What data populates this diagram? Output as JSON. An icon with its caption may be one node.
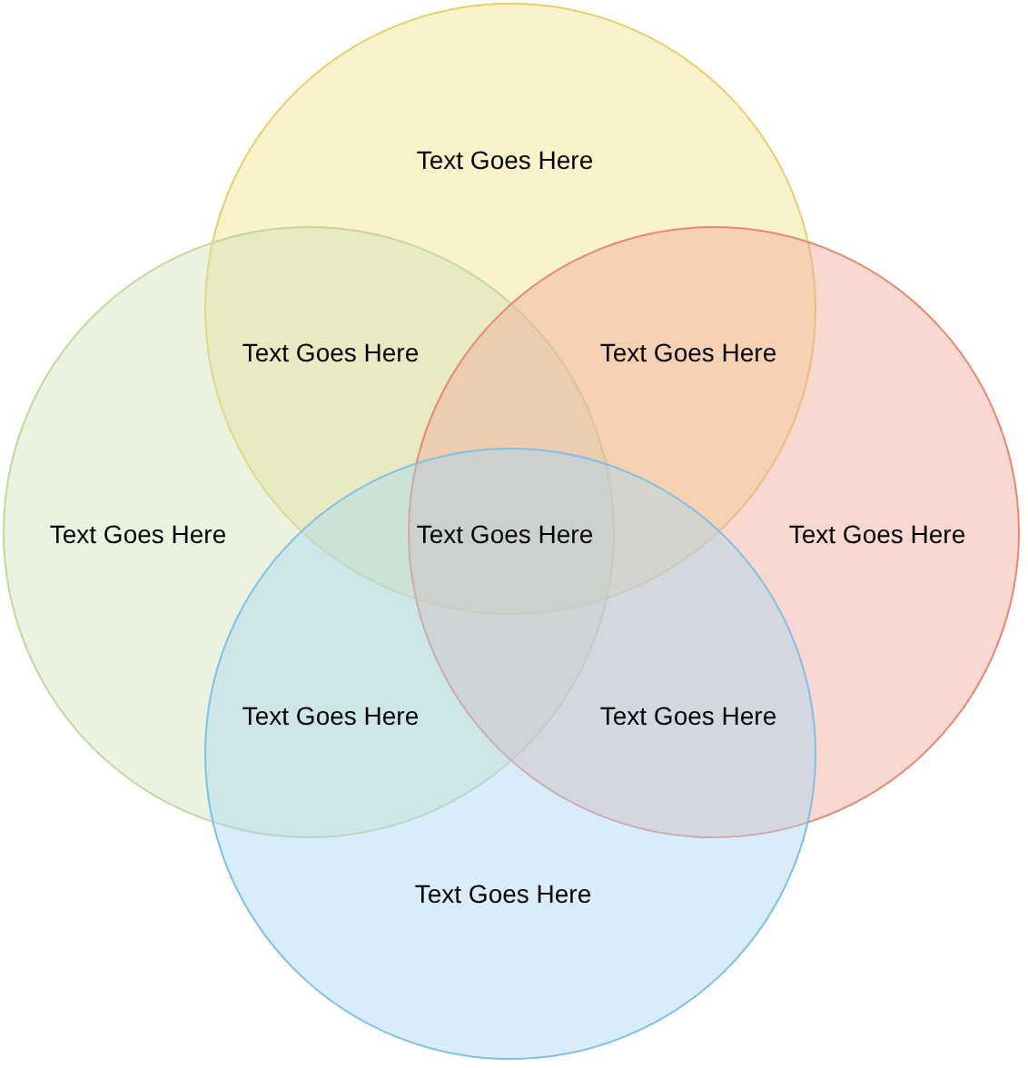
{
  "diagram": {
    "nodes": [
      {
        "text": [
          "Text Goes Here"
        ]
      },
      {
        "text": [
          "Text Goes Here"
        ]
      },
      {
        "text": [
          "Text Goes Here"
        ]
      },
      {
        "text": [
          "Text Goes Here"
        ]
      }
    ],
    "labels": [
      "Text Goes Here",
      "Text Goes Here",
      "Text Goes Here",
      "Text Goes Here",
      "Text Goes Here"
    ]
  }
}
